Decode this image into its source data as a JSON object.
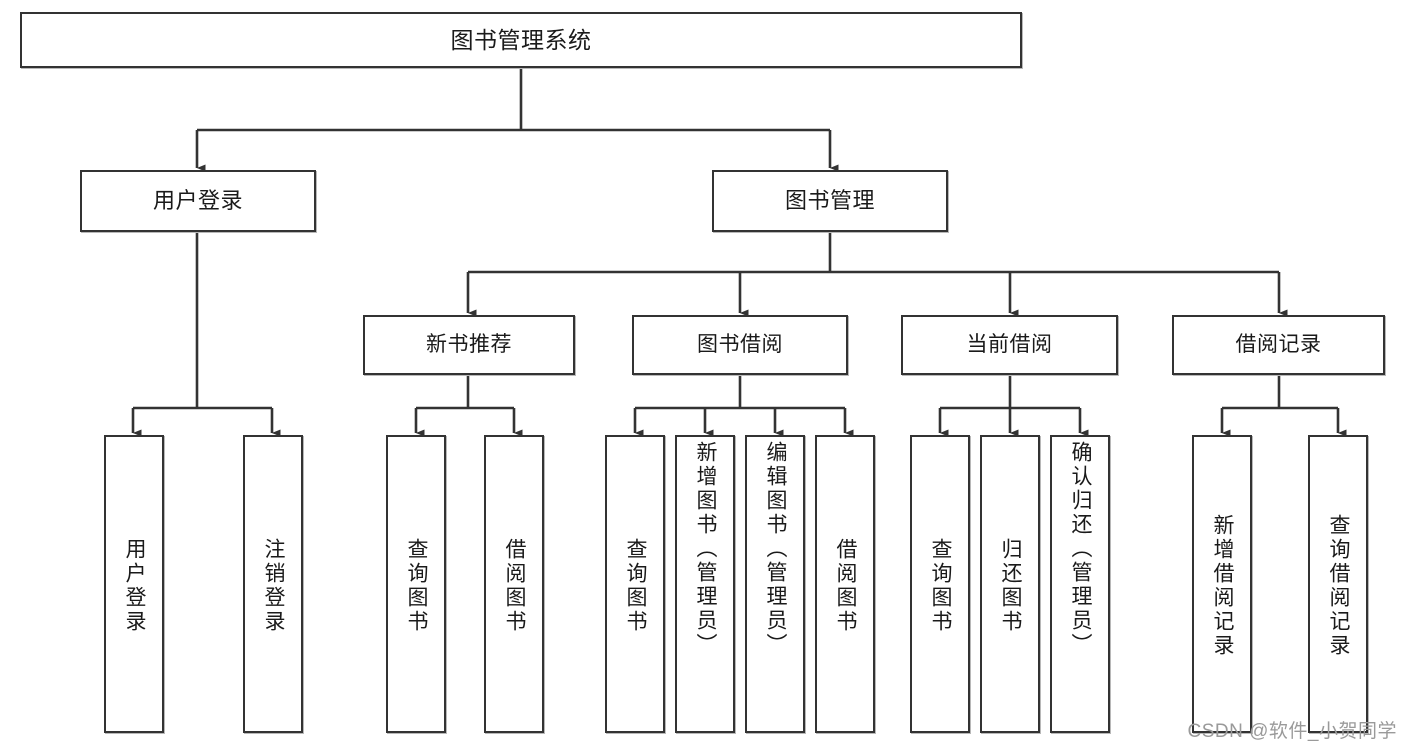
{
  "diagram": {
    "type": "tree",
    "title": "图书管理系统",
    "watermark": "CSDN @软件_小贺同学",
    "colors": {
      "box_border": "#333333",
      "box_fill": "#ffffff",
      "connector": "#333333",
      "text": "#1a1a1a",
      "watermark": "#9a9a9a"
    },
    "nodes": {
      "root": {
        "label": "图书管理系统",
        "level": 1
      },
      "user_login": {
        "label": "用户登录",
        "level": 2
      },
      "book_manage": {
        "label": "图书管理",
        "level": 2
      },
      "new_book_rec": {
        "label": "新书推荐",
        "level": 3
      },
      "book_borrow": {
        "label": "图书借阅",
        "level": 3
      },
      "current_borrow": {
        "label": "当前借阅",
        "level": 3
      },
      "borrow_record": {
        "label": "借阅记录",
        "level": 3
      },
      "leaf_user_login": {
        "label": "用户登录",
        "level": 4
      },
      "leaf_logout": {
        "label": "注销登录",
        "level": 4
      },
      "leaf_query_book_1": {
        "label": "查询图书",
        "level": 4
      },
      "leaf_borrow_book_1": {
        "label": "借阅图书",
        "level": 4
      },
      "leaf_query_book_2": {
        "label": "查询图书",
        "level": 4
      },
      "leaf_add_book": {
        "label": "新增图书（管理员）",
        "level": 4
      },
      "leaf_edit_book": {
        "label": "编辑图书（管理员）",
        "level": 4
      },
      "leaf_borrow_book_2": {
        "label": "借阅图书",
        "level": 4
      },
      "leaf_query_book_3": {
        "label": "查询图书",
        "level": 4
      },
      "leaf_return_book": {
        "label": "归还图书",
        "level": 4
      },
      "leaf_confirm_return": {
        "label": "确认归还（管理员）",
        "level": 4
      },
      "leaf_add_record": {
        "label": "新增借阅记录",
        "level": 4
      },
      "leaf_query_record": {
        "label": "查询借阅记录",
        "level": 4
      }
    }
  }
}
